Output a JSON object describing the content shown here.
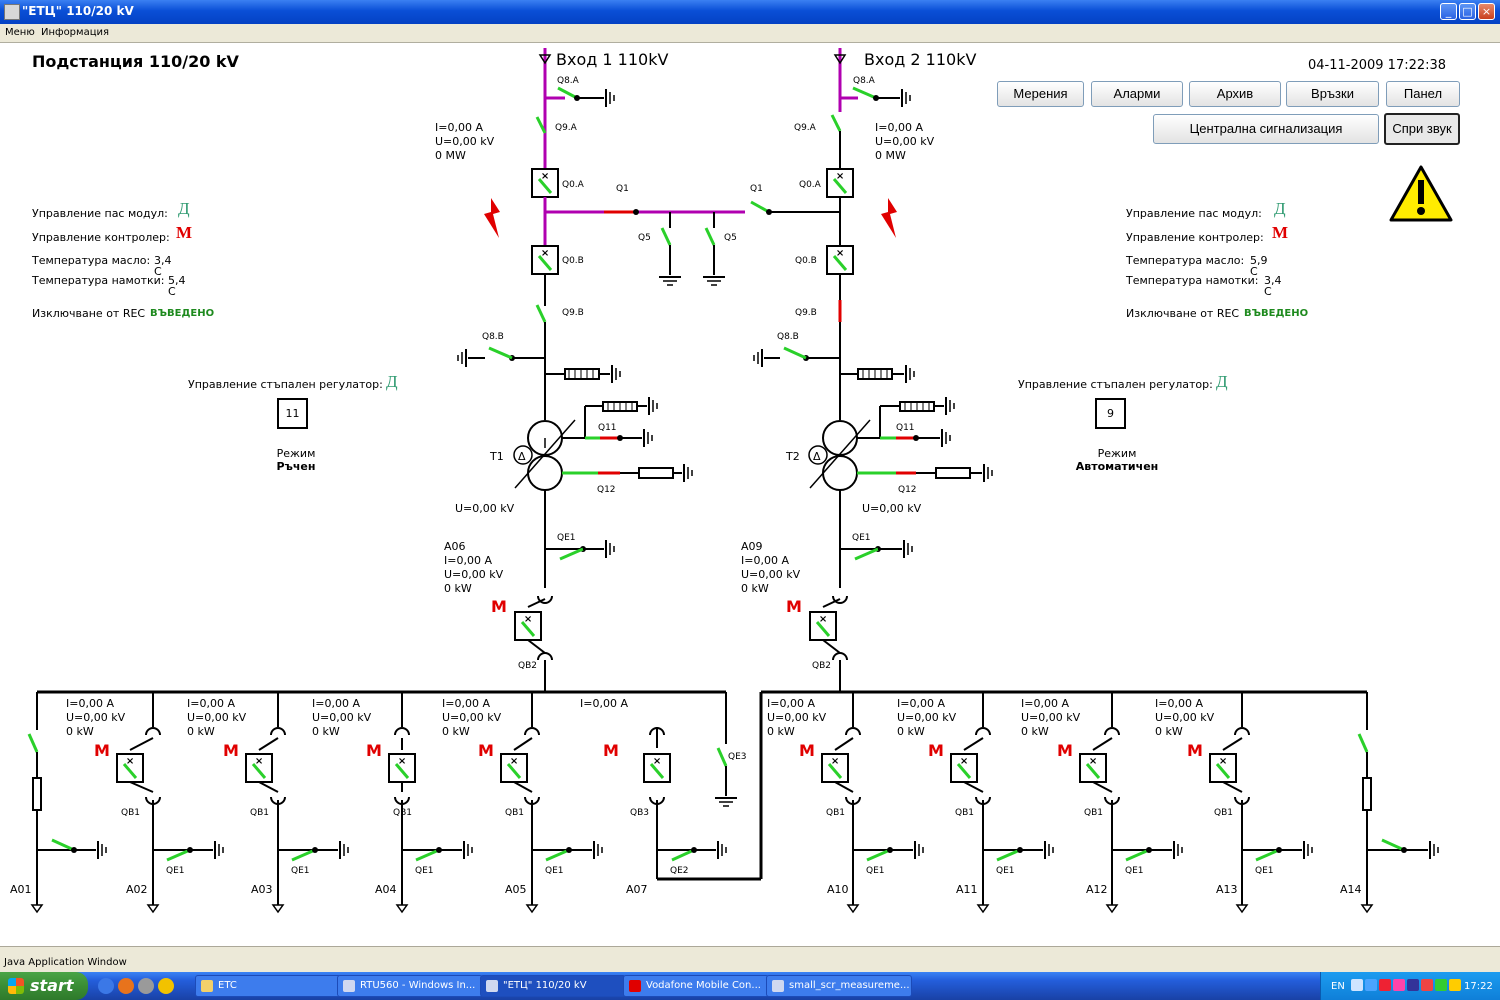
{
  "window": {
    "title": "\"ЕТЦ\" 110/20 kV",
    "min": "_",
    "max": "□",
    "close": "×"
  },
  "menu": {
    "items": [
      "Меню",
      "Информация"
    ]
  },
  "header": {
    "title": "Подстанция 110/20 kV",
    "datetime": "04-11-2009 17:22:38"
  },
  "buttons": {
    "measurements": "Мерения",
    "alarms": "Аларми",
    "archive": "Архив",
    "links": "Връзки",
    "panel": "Панел",
    "central_signal": "Централна сигнализация",
    "stop_sound": "Спри звук"
  },
  "inputs": {
    "in1": "Вход 1 110kV",
    "in2": "Вход 2 110kV"
  },
  "left_info": {
    "l1": "Управление пас модул:",
    "v1": "Д",
    "l2": "Управление контролер:",
    "v2": "М",
    "l3": "Температура масло:",
    "v3": "3,4 С",
    "l4": "Температура намотки:",
    "v4": "5,4 С",
    "l5": "Изключване от REC",
    "v5": "ВЪВЕДЕНО",
    "reg_label": "Управление стъпален регулатор:",
    "reg_val": "Д",
    "tap": "11",
    "mode1": "Режим",
    "mode2": "Ръчен"
  },
  "right_info": {
    "l1": "Управление пас модул:",
    "v1": "Д",
    "l2": "Управление контролер:",
    "v2": "М",
    "l3": "Температура масло:",
    "v3": "5,9 С",
    "l4": "Температура намотки:",
    "v4": "3,4 С",
    "l5": "Изключване от REC",
    "v5": "ВЪВЕДЕНО",
    "reg_label": "Управление стъпален регулатор:",
    "reg_val": "Д",
    "tap": "9",
    "mode1": "Режим",
    "mode2": "Автоматичен"
  },
  "meas": {
    "i": "I=0,00 A",
    "u": "U=0,00 kV",
    "pmw": "0 MW",
    "pkw": "0 kW"
  },
  "sw": {
    "q8a": "Q8.A",
    "q9a": "Q9.A",
    "q0a": "Q0.A",
    "q0b": "Q0.B",
    "q9b": "Q9.B",
    "q8b": "Q8.B",
    "q1": "Q1",
    "q5": "Q5",
    "q11": "Q11",
    "q12": "Q12",
    "qe1": "QE1",
    "qe2": "QE2",
    "qe3": "QE3",
    "qb1": "QB1",
    "qb2": "QB2",
    "qb3": "QB3",
    "m": "M",
    "t1": "T1",
    "t2": "T2",
    "delta": "Δ"
  },
  "bays": {
    "a06": "A06",
    "a09": "A09",
    "feeders": [
      "A01",
      "A02",
      "A03",
      "A04",
      "A05",
      "A07",
      "A10",
      "A11",
      "A12",
      "A13",
      "A14"
    ]
  },
  "status": {
    "text": "Java Application Window"
  },
  "taskbar": {
    "start": "start",
    "tasks": [
      "ETC",
      "RTU560 - Windows In...",
      "\"ЕТЦ\" 110/20 kV",
      "Vodafone Mobile Con...",
      "small_scr_measureme..."
    ],
    "lang": "EN",
    "clock": "17:22"
  },
  "colors": {
    "magenta": "#b000b0",
    "green": "#2ad02a",
    "red": "#e00000",
    "dark_green": "#1e8a1e",
    "teal": "#2e9a70"
  }
}
